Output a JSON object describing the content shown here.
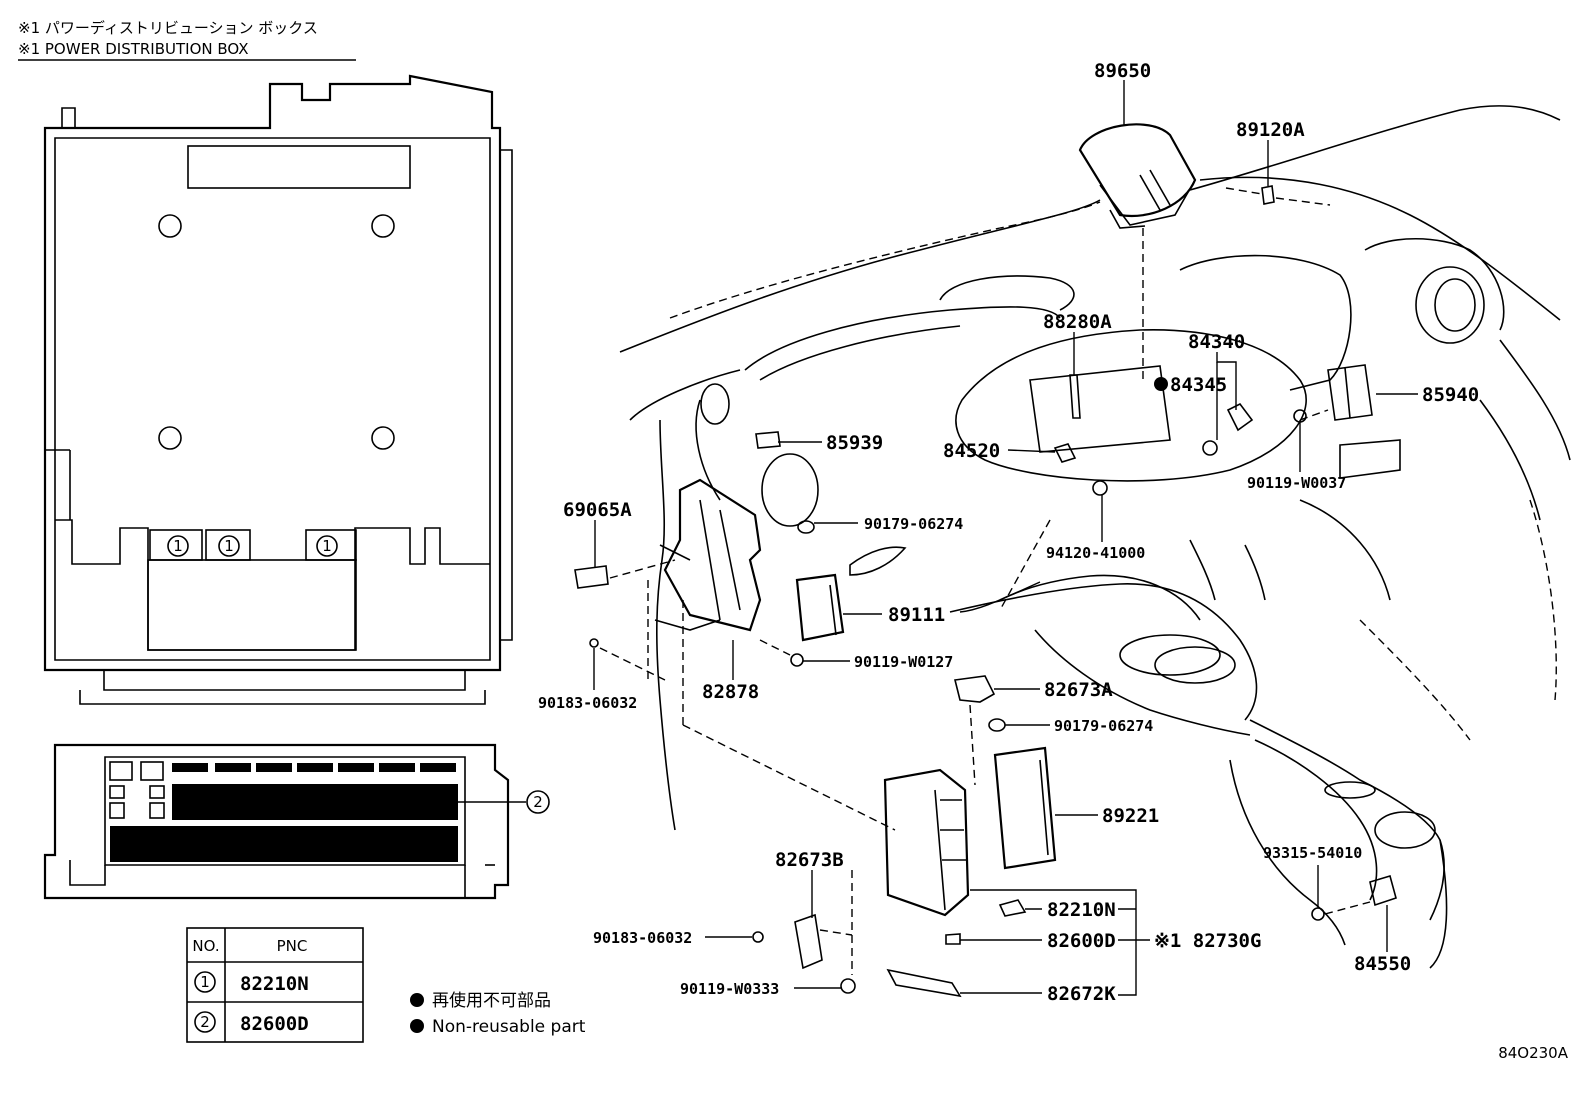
{
  "header": {
    "line1": "※1 パワーディストリビューション ボックス",
    "line2": "※1 POWER DISTRIBUTION BOX"
  },
  "pdb": {
    "circle_label_1": "1",
    "circle_label_2": "2"
  },
  "pnc_table": {
    "col_no": "NO.",
    "col_pnc": "PNC",
    "rows": [
      {
        "no": "1",
        "pnc": "82210N"
      },
      {
        "no": "2",
        "pnc": "82600D"
      }
    ]
  },
  "legend": {
    "jp": "再使用不可部品",
    "en": "Non-reusable part"
  },
  "parts": {
    "p89650": "89650",
    "p89120A": "89120A",
    "p88280A": "88280A",
    "p84340": "84340",
    "p84345": "84345",
    "p85940": "85940",
    "p85939": "85939",
    "p84520": "84520",
    "p90119W0037": "90119-W0037",
    "p69065A": "69065A",
    "p90179_06274_a": "90179-06274",
    "p94120_41000": "94120-41000",
    "p89111": "89111",
    "p90119W0127": "90119-W0127",
    "p90183_06032_a": "90183-06032",
    "p82878": "82878",
    "p82673A": "82673A",
    "p90179_06274_b": "90179-06274",
    "p89221": "89221",
    "p93315_54010": "93315-54010",
    "p82673B": "82673B",
    "p82210N": "82210N",
    "p90183_06032_b": "90183-06032",
    "p82600D": "82600D",
    "p82730G": "※1 82730G",
    "p90119W0333": "90119-W0333",
    "p82672K": "82672K",
    "p84550": "84550"
  },
  "figure_code": "84O230A"
}
